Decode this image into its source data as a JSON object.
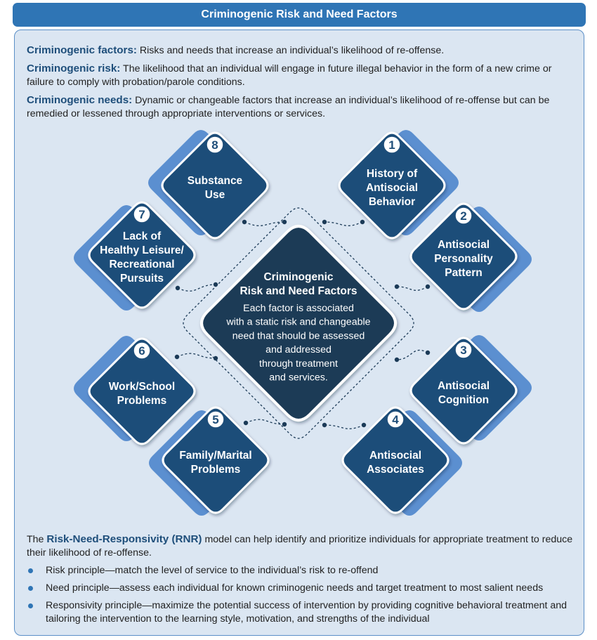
{
  "header": {
    "title": "Criminogenic Risk and Need Factors"
  },
  "definitions": [
    {
      "term": "Criminogenic factors:",
      "text": " Risks and needs that increase an individual’s likelihood of re-offense."
    },
    {
      "term": "Criminogenic risk:",
      "text": " The likelihood that an individual will engage in future illegal behavior in the form of a new crime or failure to comply with probation/parole conditions."
    },
    {
      "term": "Criminogenic needs:",
      "text": " Dynamic or changeable factors that increase an individual’s likelihood of re-offense but can be remedied or lessened through appropriate interventions or services."
    }
  ],
  "center": {
    "title_lines": [
      "Criminogenic",
      "Risk and Need Factors"
    ],
    "body_lines": [
      "Each factor is associated",
      "with a static risk and changeable",
      "need that should be assessed",
      "and addressed",
      "through treatment",
      "and services."
    ]
  },
  "factors": [
    {
      "number": "1",
      "lines": [
        "History of",
        "Antisocial",
        "Behavior"
      ]
    },
    {
      "number": "2",
      "lines": [
        "Antisocial",
        "Personality",
        "Pattern"
      ]
    },
    {
      "number": "3",
      "lines": [
        "Antisocial",
        "Cognition"
      ]
    },
    {
      "number": "4",
      "lines": [
        "Antisocial",
        "Associates"
      ]
    },
    {
      "number": "5",
      "lines": [
        "Family/Marital",
        "Problems"
      ]
    },
    {
      "number": "6",
      "lines": [
        "Work/School",
        "Problems"
      ]
    },
    {
      "number": "7",
      "lines": [
        "Lack of",
        "Healthy Leisure/",
        "Recreational",
        "Pursuits"
      ]
    },
    {
      "number": "8",
      "lines": [
        "Substance",
        "Use"
      ]
    }
  ],
  "rnr": {
    "prefix": "The ",
    "term": "Risk-Need-Responsivity (RNR)",
    "suffix": " model can help identify and prioritize individuals for appropriate treatment to reduce their likelihood of re-offense."
  },
  "principles": [
    "Risk principle—match the level of service to the individual’s risk to re-offend",
    "Need principle—assess each individual for known criminogenic needs and target treatment to most salient needs",
    "Responsivity principle—maximize the potential success of intervention by providing cognitive behavioral treatment and tailoring the intervention to the learning style, motivation, and strengths of the individual"
  ],
  "colors": {
    "header_bg": "#2f75b5",
    "panel_bg": "#dbe6f2",
    "factor_fill": "#1f4e79",
    "factor_shadow": "#5b8fd0",
    "center_fill": "#1b3a57",
    "term_color": "#1e4e7a",
    "bullet": "#2f75b5"
  }
}
